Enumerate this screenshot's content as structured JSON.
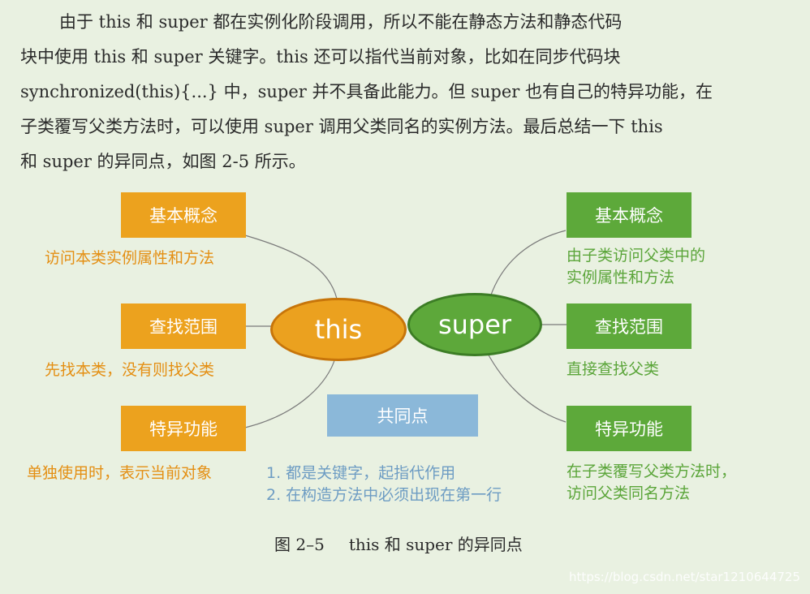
{
  "paragraph": {
    "lines": [
      "由于 this 和 super 都在实例化阶段调用，所以不能在静态方法和静态代码",
      "块中使用 this 和 super 关键字。this 还可以指代当前对象，比如在同步代码块",
      "synchronized(this){...} 中，super 并不具备此能力。但 super 也有自己的特异功能，在",
      "子类覆写父类方法时，可以使用 super 调用父类同名的实例方法。最后总结一下 this",
      "和 super 的异同点，如图 2-5 所示。"
    ]
  },
  "diagram": {
    "this_node": "this",
    "super_node": "super",
    "this_branch": [
      {
        "label": "基本概念",
        "desc": [
          "访问本类实例属性和方法"
        ]
      },
      {
        "label": "查找范围",
        "desc": [
          "先找本类，没有则找父类"
        ]
      },
      {
        "label": "特异功能",
        "desc": [
          "单独使用时，表示当前对象"
        ]
      }
    ],
    "super_branch": [
      {
        "label": "基本概念",
        "desc": [
          "由子类访问父类中的",
          "实例属性和方法"
        ]
      },
      {
        "label": "查找范围",
        "desc": [
          "直接查找父类"
        ]
      },
      {
        "label": "特异功能",
        "desc": [
          "在子类覆写父类方法时，",
          "访问父类同名方法"
        ]
      }
    ],
    "common": {
      "label": "共同点",
      "items": [
        "1.  都是关键字，起指代作用",
        "2.  在构造方法中必须出现在第一行"
      ]
    },
    "colors": {
      "this": "#eba11f",
      "super": "#5da83a",
      "common": "#8bb8d9"
    }
  },
  "caption": {
    "number": "图 2–5",
    "text": "this 和 super 的异同点"
  },
  "watermark": "https://blog.csdn.net/star1210644725"
}
